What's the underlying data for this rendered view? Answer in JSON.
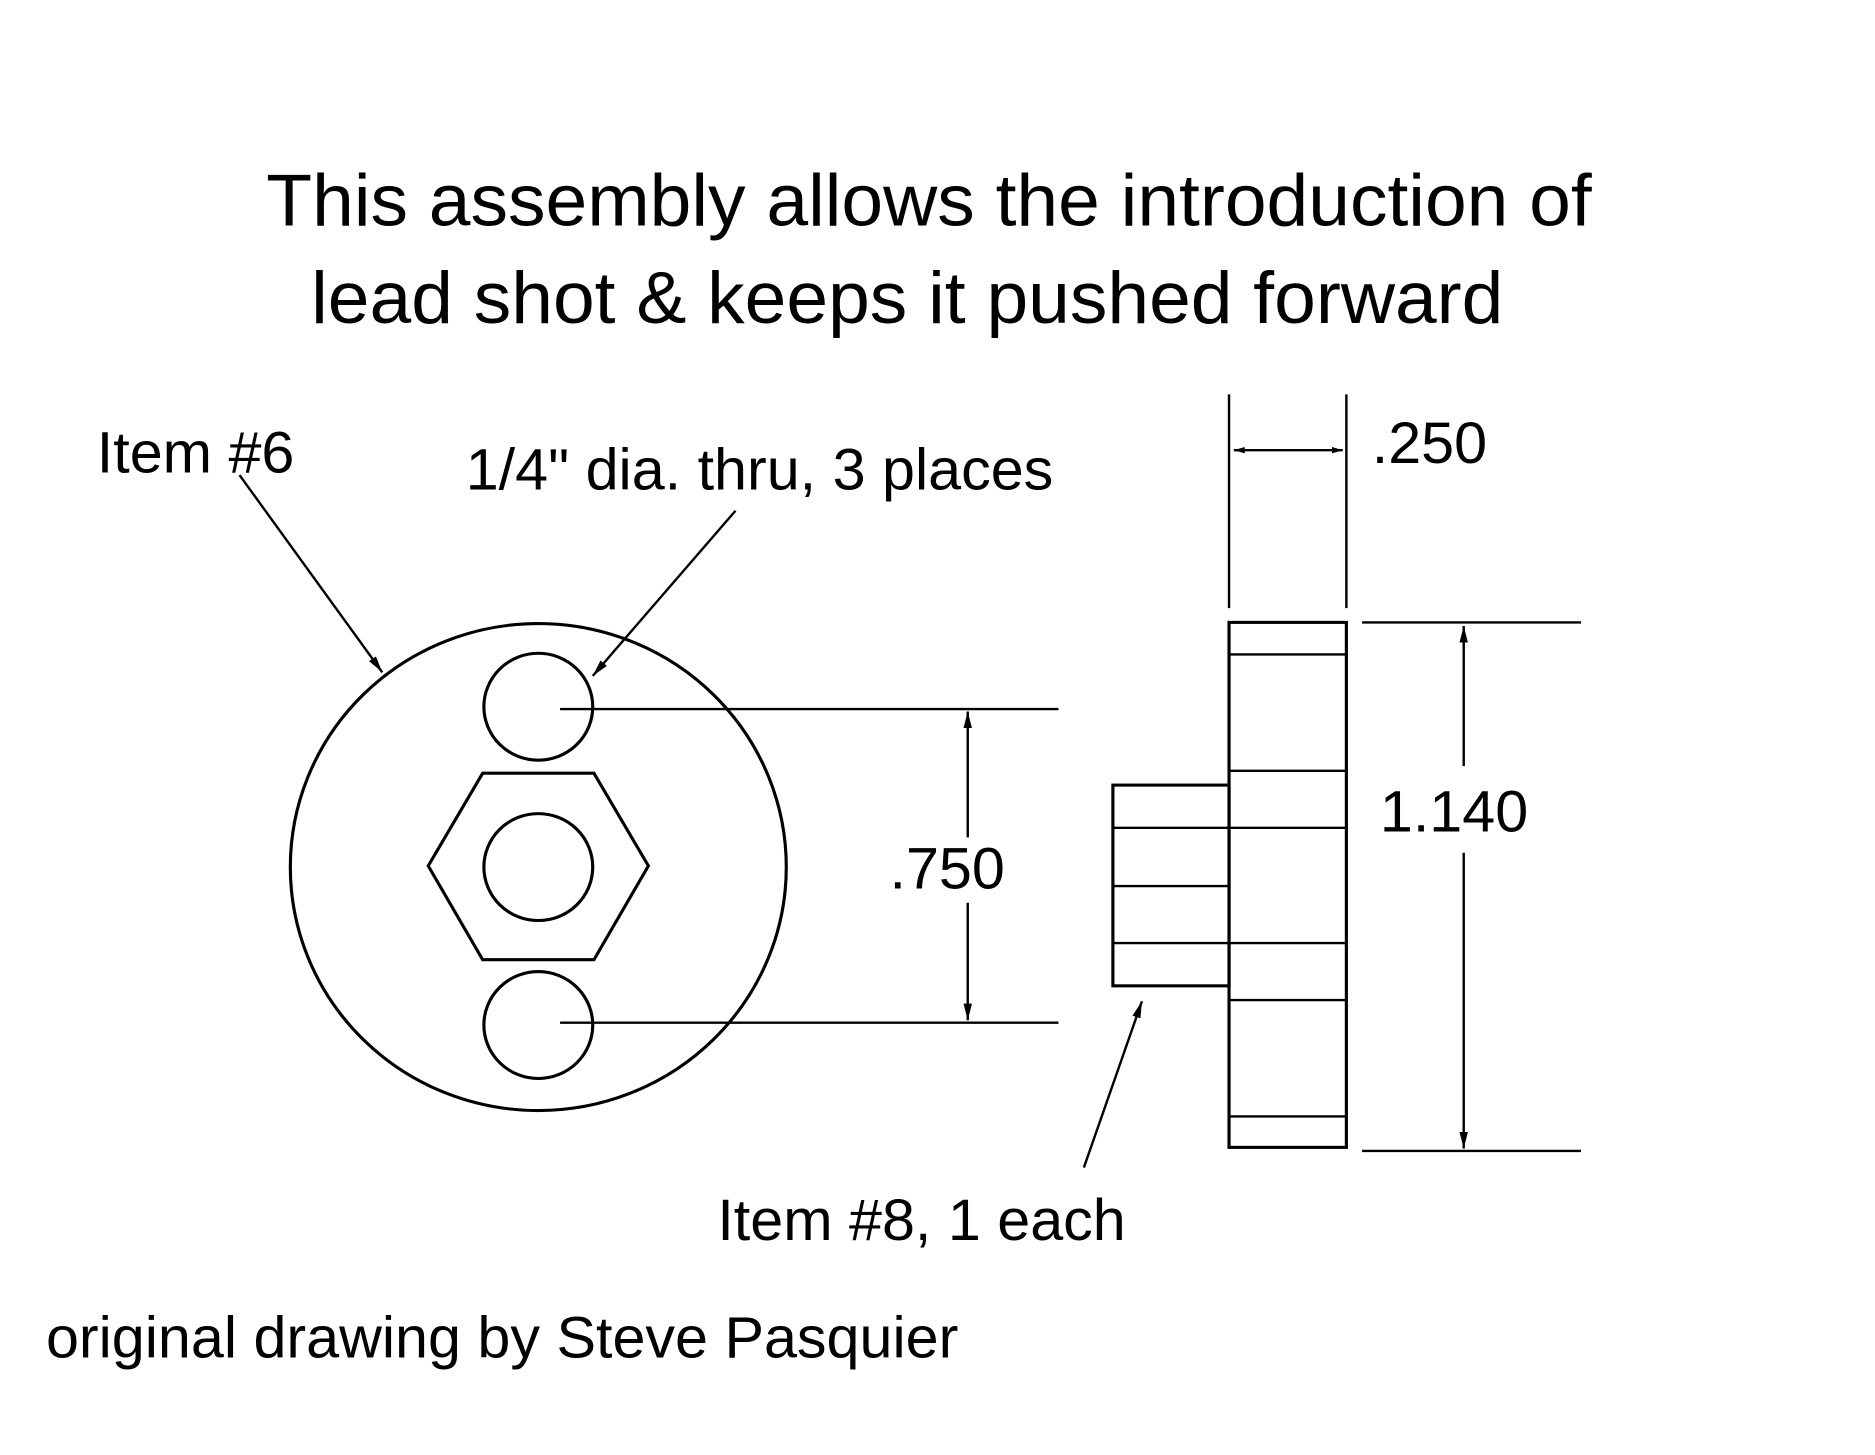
{
  "title": {
    "line1": "This assembly allows the introduction of",
    "line2": "lead shot & keeps it pushed forward"
  },
  "labels": {
    "item6": "Item #6",
    "holes": "1/4\" dia. thru, 3 places",
    "item8": "Item #8, 1 each",
    "credit": "original drawing by Steve Pasquier"
  },
  "dimensions": {
    "hole_spacing": ".750",
    "thickness": ".250",
    "height": "1.140"
  }
}
